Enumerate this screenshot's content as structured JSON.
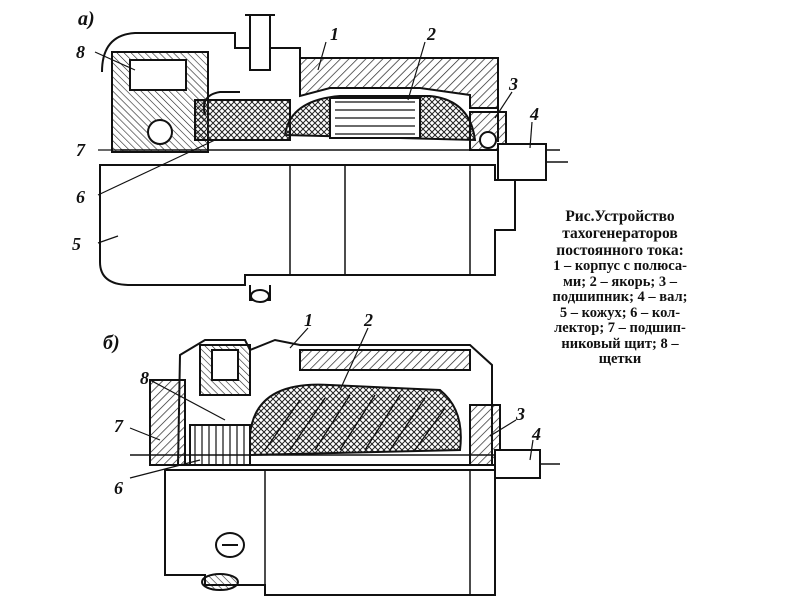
{
  "figure": {
    "view_a_label": "а)",
    "view_b_label": "б)",
    "view_a_callouts": [
      "1",
      "2",
      "3",
      "4",
      "5",
      "6",
      "7",
      "8"
    ],
    "view_b_callouts": [
      "1",
      "2",
      "3",
      "4",
      "6",
      "7",
      "8"
    ]
  },
  "caption": {
    "title_lines": [
      "Рис.Устройство",
      "тахогенераторов",
      "постоянного тока:"
    ],
    "items": [
      {
        "num": "1",
        "text": "корпус с полюса-ми"
      },
      {
        "num": "2",
        "text": "якорь"
      },
      {
        "num": "3",
        "text": "подшипник"
      },
      {
        "num": "4",
        "text": "вал"
      },
      {
        "num": "5",
        "text": "кожух"
      },
      {
        "num": "6",
        "text": "коллектор"
      },
      {
        "num": "7",
        "text": "подшипниковый щит"
      },
      {
        "num": "8",
        "text": "щетки"
      }
    ],
    "body_lines": [
      "1 – корпус с полюса-",
      "ми;  2 – якорь;  3 –",
      "подшипник;  4 – вал;",
      "5 – кожух;    6 – кол-",
      "лектор;   7 – подшип-",
      "никовый  щит;  8 –",
      "щетки"
    ]
  }
}
